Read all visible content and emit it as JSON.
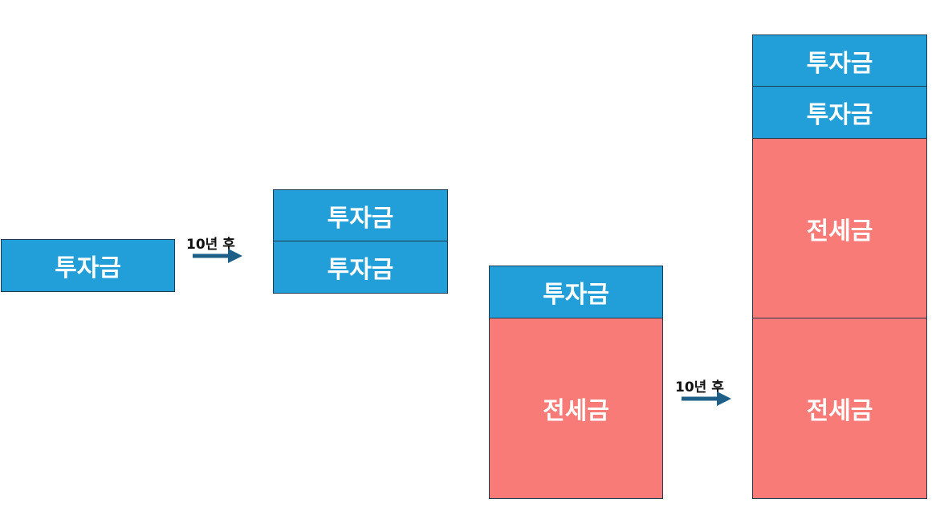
{
  "colors": {
    "investment": "#229fd8",
    "deposit": "#f97b78",
    "arrow": "#1d5f86",
    "border": "#1f3b52"
  },
  "left": {
    "before": {
      "box1": "투자금"
    },
    "arrow_label": "10년 후",
    "after": {
      "box1": "투자금",
      "box2": "투자금"
    }
  },
  "right": {
    "before": {
      "invest": "투자금",
      "deposit": "전세금"
    },
    "arrow_label": "10년 후",
    "after": {
      "invest1": "투자금",
      "invest2": "투자금",
      "deposit1": "전세금",
      "deposit2": "전세금"
    }
  }
}
